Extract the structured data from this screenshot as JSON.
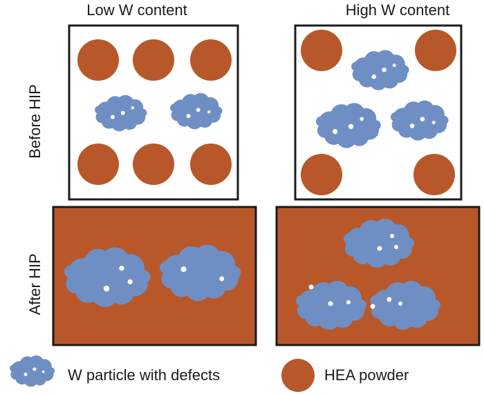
{
  "columns": {
    "low": "Low W content",
    "high": "High W content"
  },
  "rows": {
    "before": "Before HIP",
    "after": "After HIP"
  },
  "legend": {
    "w_particle": "W particle with defects",
    "hea_powder": "HEA powder"
  },
  "colors": {
    "hea": "#b8582a",
    "w_particle": "#6f8fc4",
    "defect": "#ffffff",
    "frame": "#1a1a1a"
  },
  "icons": {
    "w_particle": "cloud-blob-icon",
    "hea_powder": "filled-circle-icon"
  }
}
